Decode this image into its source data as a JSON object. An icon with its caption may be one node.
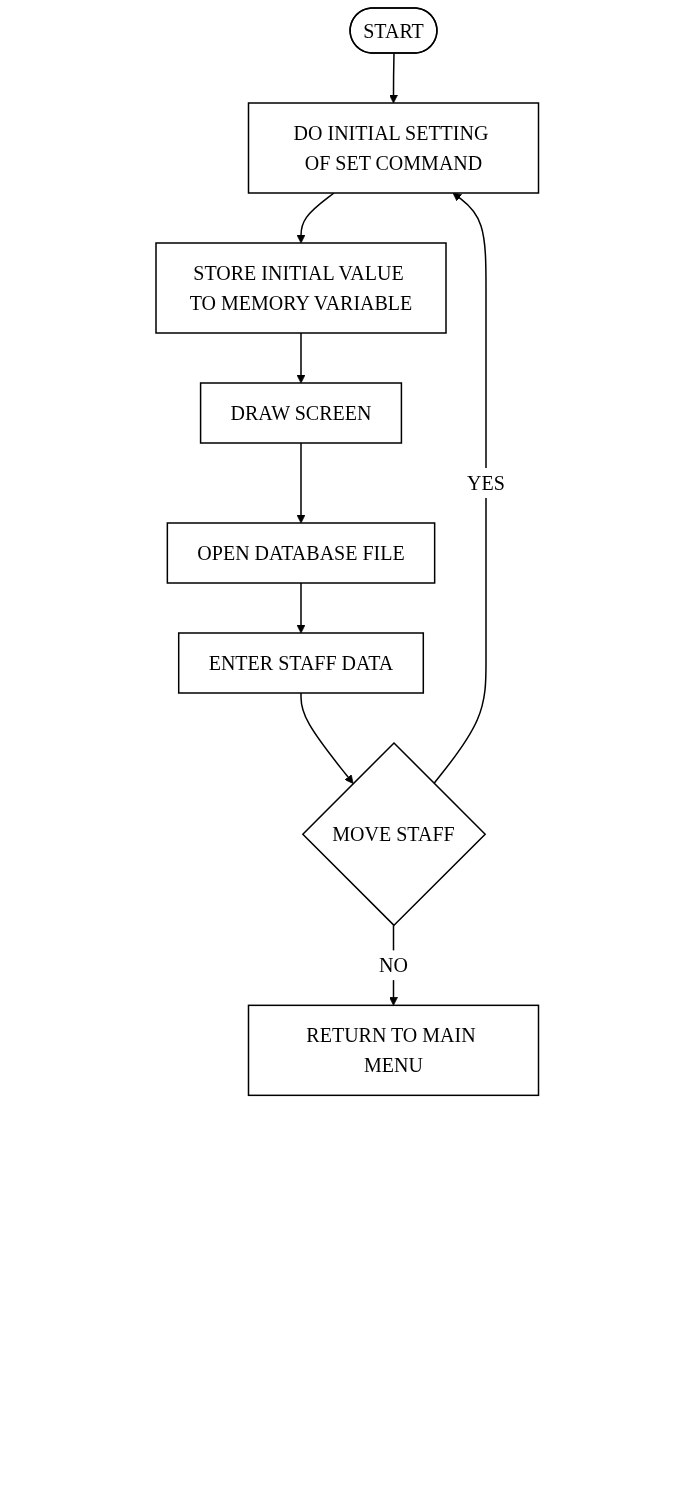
{
  "diagram": {
    "nodes": [
      {
        "text": [
          "START"
        ]
      },
      {
        "text": [
          "DO INITIAL SETTING OF SET COMMAND"
        ]
      },
      {
        "text": [
          "STORE INITIAL VALUE TO MEMORY VARIABLE"
        ]
      },
      {
        "text": [
          "DRAW SCREEN"
        ]
      },
      {
        "text": [
          "OPEN DATABASE FILE"
        ]
      },
      {
        "text": [
          "ENTER STAFF DATA"
        ]
      },
      {
        "text": [
          "MOVE STAFF"
        ]
      },
      {
        "text": [
          "RETURN TO MAIN MENU"
        ]
      }
    ],
    "edges": [
      {
        "from": 0,
        "to": 1,
        "arrow": "to"
      },
      {
        "from": 1,
        "to": 2,
        "arrow": "to"
      },
      {
        "from": 2,
        "to": 3,
        "arrow": "to"
      },
      {
        "from": 3,
        "to": 4,
        "arrow": "to"
      },
      {
        "from": 4,
        "to": 5,
        "arrow": "to"
      },
      {
        "from": 5,
        "to": 6,
        "arrow": "to"
      },
      {
        "from": 6,
        "to": 1,
        "arrow": "to",
        "label": "YES"
      },
      {
        "from": 6,
        "to": 7,
        "arrow": "to",
        "label": "NO"
      }
    ]
  }
}
